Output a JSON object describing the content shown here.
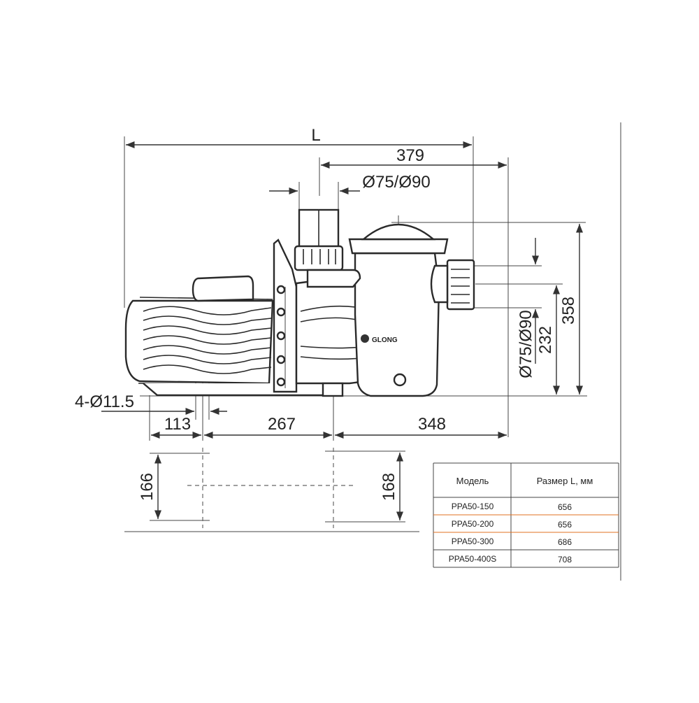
{
  "drawing": {
    "dim_L": "L",
    "dim_379": "379",
    "dim_pipe_top": "Ø75/Ø90",
    "dim_pipe_side": "Ø75/Ø90",
    "dim_232": "232",
    "dim_358": "358",
    "dim_holes": "4-Ø11.5",
    "dim_113": "113",
    "dim_267": "267",
    "dim_348": "348",
    "dim_166": "166",
    "dim_168": "168",
    "brand": "GLONG"
  },
  "table": {
    "headers": [
      "Модель",
      "Размер L, мм"
    ],
    "rows": [
      [
        "PPA50-150",
        "656"
      ],
      [
        "PPA50-200",
        "656"
      ],
      [
        "PPA50-300",
        "686"
      ],
      [
        "PPA50-400S",
        "708"
      ]
    ],
    "accent_line_color": "#e07020"
  },
  "colors": {
    "line": "#333333",
    "background": "#ffffff"
  }
}
